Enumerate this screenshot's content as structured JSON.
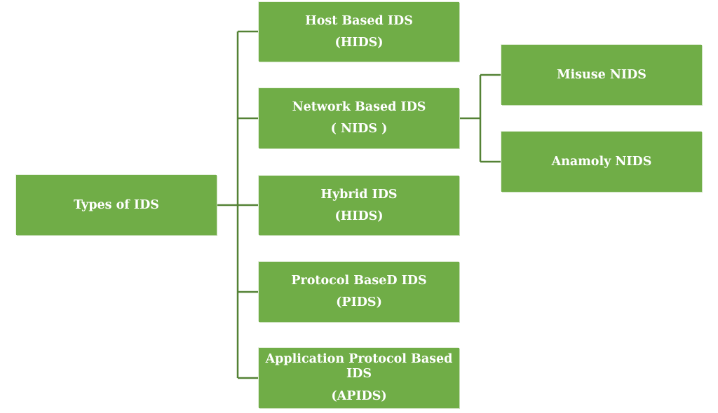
{
  "diagram": {
    "root": {
      "label": "Types of IDS"
    },
    "host": {
      "line1": "Host Based IDS",
      "line2": "(HIDS)"
    },
    "network": {
      "line1": "Network Based IDS",
      "line2": "( NIDS )"
    },
    "hybrid": {
      "line1": "Hybrid IDS",
      "line2": "(HIDS)"
    },
    "protocol": {
      "line1": "Protocol BaseD IDS",
      "line2": "(PIDS)"
    },
    "application": {
      "line1": "Application Protocol Based",
      "line2": "IDS",
      "line3": "(APIDS)"
    },
    "misuse": {
      "label": "Misuse NIDS"
    },
    "anomaly": {
      "label": "Anamoly NIDS"
    }
  },
  "colors": {
    "node_fill": "#70ad47",
    "connector": "#548235",
    "text": "#ffffff"
  }
}
